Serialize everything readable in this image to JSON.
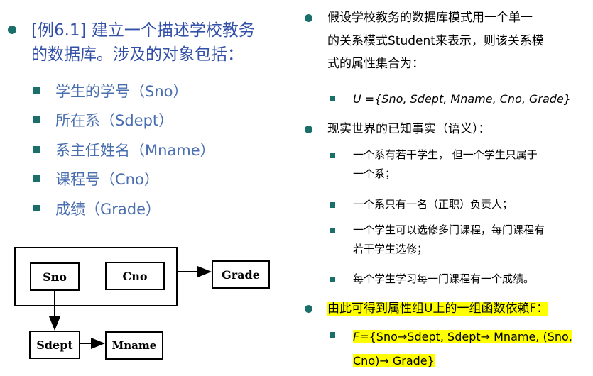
{
  "left": {
    "intro_line1": "[例6.1] 建立一个描述学校教务",
    "intro_line2": "的数据库。涉及的对象包括：",
    "items": [
      "学生的学号（Sno）",
      "所在系（Sdept）",
      "系主任姓名（Mname）",
      "课程号（Cno）",
      "成绩（Grade）"
    ]
  },
  "diagram": {
    "sno": "Sno",
    "cno": "Cno",
    "grade": "Grade",
    "sdept": "Sdept",
    "mname": "Mname"
  },
  "right": {
    "p1_line1": "假设学校教务的数据库模式用一个单一",
    "p1_line2": "的关系模式Student来表示，则该关系模",
    "p1_line3": "式的属性集合为：",
    "u_line": "U ={Sno, Sdept, Mname, Cno, Grade}",
    "p2": "现实世界的已知事实（语义）：",
    "facts": [
      [
        "一个系有若干学生， 但一个学生只属于",
        "一个系；"
      ],
      [
        "一个系只有一名（正职）负责人；"
      ],
      [
        "一个学生可以选修多门课程，每门课程有",
        "若干学生选修；"
      ],
      [
        "每个学生学习每一门课程有一个成绩。"
      ]
    ],
    "p3": "由此可得到属性组U上的一组函数依赖F：",
    "f_line1": "F={Sno→Sdept, Sdept→ Mname, (Sno,",
    "f_line2": "Cno)→ Grade}"
  },
  "colors": {
    "bullet": "#1a6f6a",
    "highlight": "#ffff00",
    "left_text_blue": "#3350a8"
  }
}
